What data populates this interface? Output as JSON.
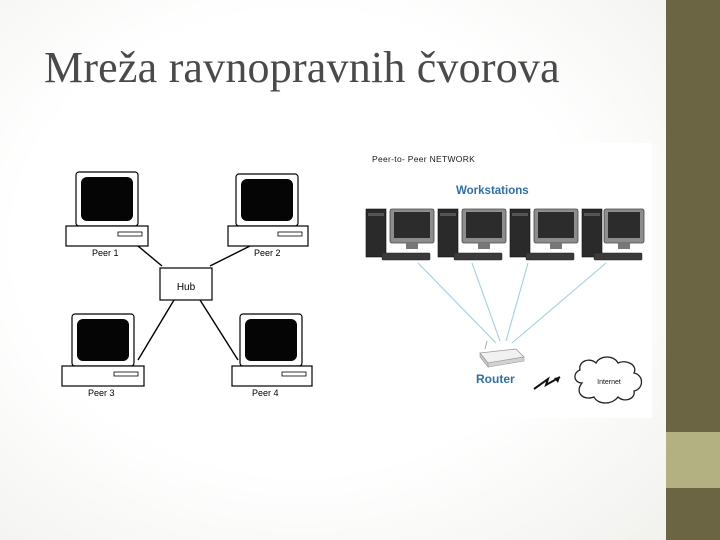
{
  "slide": {
    "title": "Mreža ravnopravnih čvorova"
  },
  "left_diagram": {
    "hub_label": "Hub",
    "peers": [
      "Peer 1",
      "Peer 2",
      "Peer 3",
      "Peer 4"
    ]
  },
  "right_diagram": {
    "header": "Peer-to- Peer NETWORK",
    "workstations_label": "Workstations",
    "router_label": "Router",
    "internet_label": "Internet",
    "colors": {
      "heading_blue": "#2f6fa8",
      "link_line": "#9fd0e0"
    }
  },
  "theme": {
    "sidebar_dark": "#6b6544",
    "sidebar_light": "#b3b082",
    "title_color": "#4a4a4a"
  }
}
